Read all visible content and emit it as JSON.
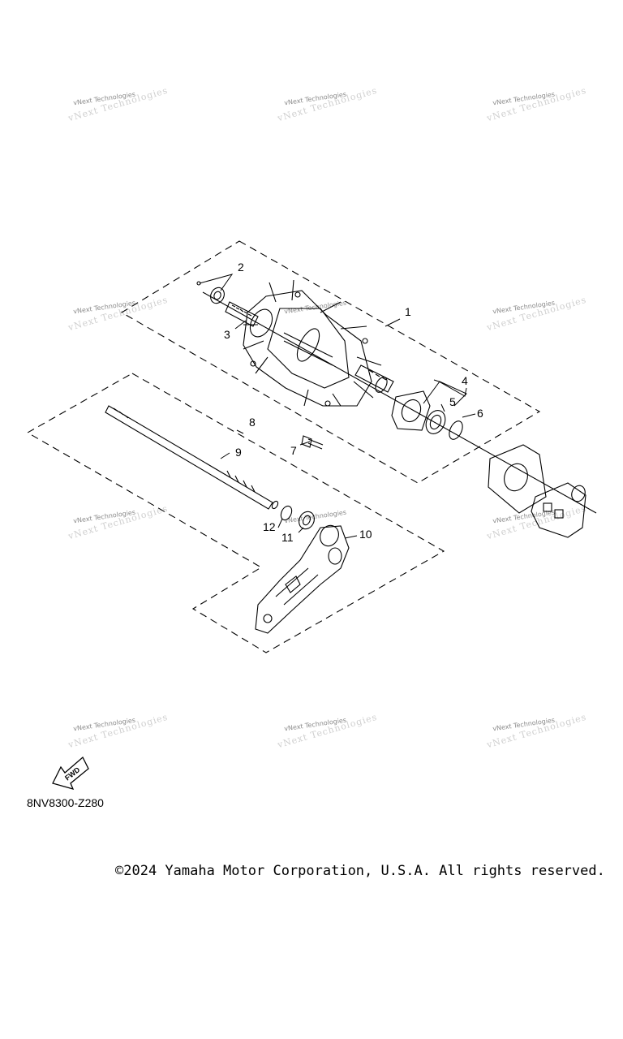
{
  "watermark": {
    "text": "vNext Technologies"
  },
  "diagram": {
    "callouts": [
      "1",
      "2",
      "3",
      "4",
      "5",
      "6",
      "7",
      "8",
      "9",
      "10",
      "11",
      "12"
    ],
    "fwd_label": "FWD",
    "code": "8NV8300-Z280"
  },
  "footer": {
    "copyright": "©2024 Yamaha Motor Corporation, U.S.A. All rights reserved."
  },
  "colors": {
    "line": "#000000",
    "watermark": "#8a8a8a",
    "background": "#ffffff"
  }
}
